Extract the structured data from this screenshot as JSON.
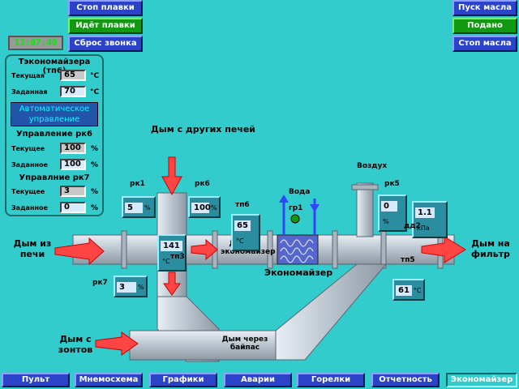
{
  "top_buttons": {
    "stop_melting": "Стоп плавки",
    "melting_in_progress": "Идёт плавки",
    "reset_bell": "Сброс звонка",
    "oil_start": "Пуск масла",
    "supplied": "Подано",
    "oil_stop": "Стоп масла"
  },
  "clock": "13:07:40",
  "panel": {
    "title": "Тэкономайзера (тп6)",
    "current_label": "Текущая",
    "current_value": "65",
    "current_unit": "°C",
    "setpoint_label": "Заданная",
    "setpoint_value": "70",
    "setpoint_unit": "°C",
    "mode": "Автоматическое управление",
    "rk6_title": "Управление рк6",
    "rk6_current_label": "Текущее",
    "rk6_current_value": "100",
    "rk6_current_unit": "%",
    "rk6_setpoint_label": "Заданное",
    "rk6_setpoint_value": "100",
    "rk6_setpoint_unit": "%",
    "rk7_title": "Управлние рк7",
    "rk7_current_label": "Текущее",
    "rk7_current_value": "3",
    "rk7_current_unit": "%",
    "rk7_setpoint_label": "Заданное",
    "rk7_setpoint_value": "0",
    "rk7_setpoint_unit": "%"
  },
  "diagram": {
    "smoke_from_other_furnaces": "Дым с других печей",
    "smoke_from_furnace": "Дым из печи",
    "smoke_from_hoods": "Дым с зонтов",
    "smoke_to_filter": "Дым на фильтр",
    "smoke_to_economizer": "Дым на экономайзер",
    "smoke_through_bypass": "Дым через байпас",
    "economizer": "Экономайзер",
    "air": "Воздух",
    "water": "Вода",
    "rk1_label": "рк1",
    "rk1_value": "5",
    "rk1_unit": "%",
    "rk6_label": "рк6",
    "rk6_value": "100",
    "rk6_unit": "%",
    "rk7_label": "рк7",
    "rk7_value": "3",
    "rk7_unit": "%",
    "rk5_label": "рк5",
    "rk5_value": "0",
    "rk5_unit": "%",
    "tp3_label": "тп3",
    "tp3_value": "141",
    "tp3_unit": "°C",
    "tp6_label": "тп6",
    "tp6_value": "65",
    "tp6_unit": "°C",
    "tp5_label": "тп5",
    "tp5_value": "61",
    "tp5_unit": "°C",
    "gr1_label": "гр1",
    "dd2_label": "дд2",
    "dd2_value": "1.1",
    "dd2_unit": "кПа"
  },
  "bottom_nav": [
    "Пульт",
    "Мнемосхема",
    "Графики",
    "Аварии",
    "Горелки",
    "Отчетность",
    "Экономайзер"
  ],
  "active_tab": "Экономайзер",
  "colors": {
    "background": "#33cccc",
    "button_blue": "#2b43c8",
    "button_green": "#119911",
    "arrow_red": "#ff4444",
    "water_blue": "#3344ff"
  }
}
